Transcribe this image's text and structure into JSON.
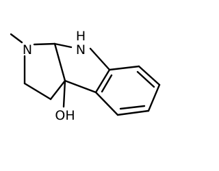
{
  "molecule": {
    "atoms": {
      "nh": "N",
      "nh_h": "H",
      "n_methyl": "N",
      "hydroxyl": "OH"
    }
  },
  "colors": {
    "background": "#ffffff",
    "bond": "#000000",
    "label": "#000000"
  }
}
